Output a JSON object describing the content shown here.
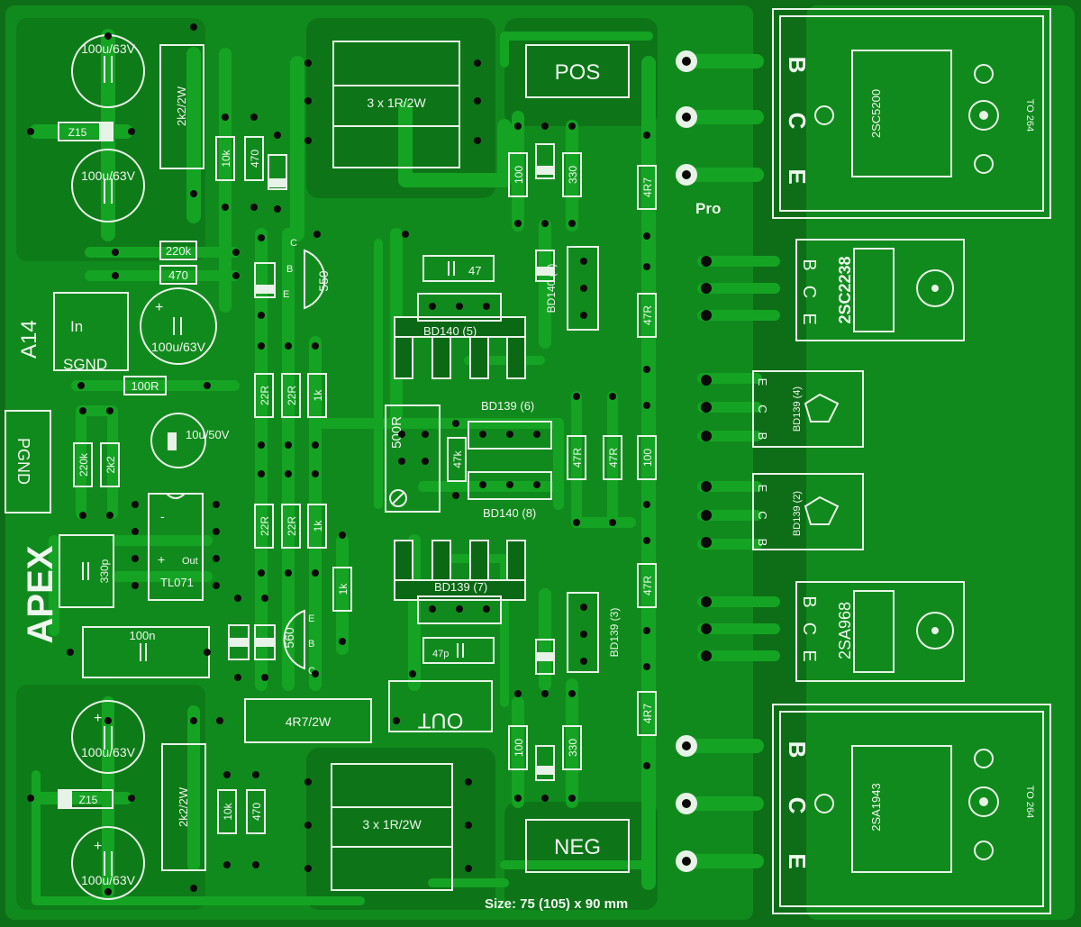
{
  "board": {
    "labels": {
      "a14": "A14",
      "apex": "APEX",
      "pgnd": "PGND",
      "in": "In",
      "sgnd": "SGND",
      "pos": "POS",
      "neg": "NEG",
      "out": "OUT",
      "pro": "Pro",
      "size": "Size: 75 (105) x 90 mm"
    },
    "components": {
      "cap_top1": "100u/63V",
      "cap_top2": "100u/63V",
      "cap_mid": "100u/63V",
      "cap_bot1": "100u/63V",
      "cap_bot2": "100u/63V",
      "cap_10u": "10u/50V",
      "zener_top": "Z15",
      "zener_bot": "Z15",
      "r_2k2_top": "2k2/2W",
      "r_2k2_bot": "2k2/2W",
      "r_10k_top": "10k",
      "r_470_top": "470",
      "r_10k_bot": "10k",
      "r_470_bot": "470",
      "r_220k_h": "220k",
      "r_470_h": "470",
      "r_100r": "100R",
      "r_220k_v": "220k",
      "r_2k2_v": "2k2",
      "r_22r_1": "22R",
      "r_22r_2": "22R",
      "r_1k_1": "1k",
      "r_22r_3": "22R",
      "r_22r_4": "22R",
      "r_1k_2": "1k",
      "r_1k_3": "1k",
      "r_3x1r_top": "3 x 1R/2W",
      "r_3x1r_bot": "3 x 1R/2W",
      "r_4r7_2w": "4R7/2W",
      "r_100_top": "100",
      "r_330_top": "330",
      "r_100_bot": "100",
      "r_330_bot": "330",
      "r_4r7_top": "4R7",
      "r_4r7_bot": "4R7",
      "r_47r_1": "47R",
      "r_47r_2": "47R",
      "r_47r_3": "47R",
      "r_47r_4": "47R",
      "r_100_mid": "100",
      "r_47k": "47k",
      "pot_500r": "500R",
      "cap_330p": "330p",
      "cap_100n": "100n",
      "cap_47p_top": "47",
      "cap_47p_bot": "47p",
      "opamp": "TL071",
      "opamp_minus": "-",
      "opamp_plus": "+",
      "opamp_out": "Out",
      "q_550": "550",
      "q_560": "560",
      "bd140_5": "BD140 (5)",
      "bd140_1": "BD140 (1)",
      "bd139_6": "BD139 (6)",
      "bd140_8": "BD140 (8)",
      "bd139_7": "BD139 (7)",
      "bd139_3": "BD139 (3)",
      "bd139_4": "BD139 (4)",
      "bd139_2": "BD139 (2)",
      "q_2sc5200": "2SC5200",
      "q_2sc2238": "2SC2238",
      "q_2sa968": "2SA968",
      "q_2sa1943": "2SA1943",
      "to264_top": "TO 264",
      "to264_bot": "TO 264",
      "pin_b": "B",
      "pin_c": "C",
      "pin_e": "E",
      "pin_b_s": "B",
      "pin_c_s": "C",
      "pin_e_s": "E"
    }
  },
  "colors": {
    "board": "#0d6e17",
    "copper": "#15a323",
    "silk": "#e8f3e8",
    "pad": "#0a0a0a"
  }
}
